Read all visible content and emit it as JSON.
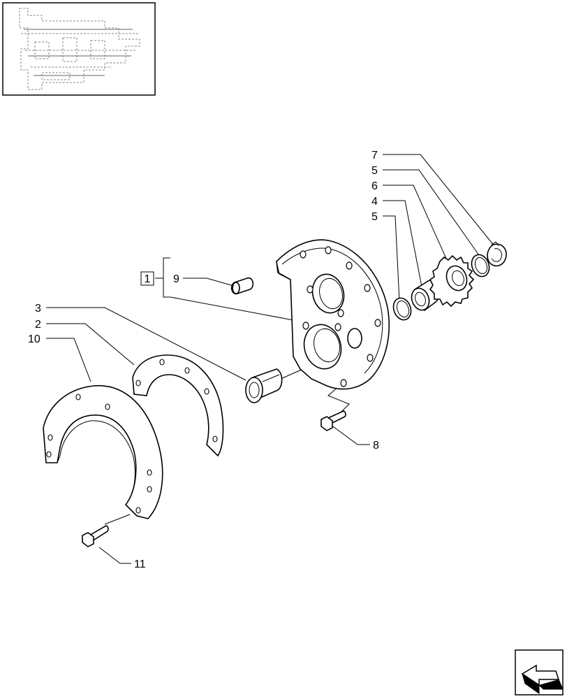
{
  "diagram": {
    "group_box_label": "1",
    "callouts": {
      "c9": "9",
      "c3": "3",
      "c2": "2",
      "c10": "10",
      "c7": "7",
      "c5a": "5",
      "c6": "6",
      "c4": "4",
      "c5b": "5",
      "c8": "8",
      "c11": "11"
    },
    "thumbnail_icon": "transmission-overview-thumbnail",
    "nav_icon": "next-page-arrow-icon"
  }
}
